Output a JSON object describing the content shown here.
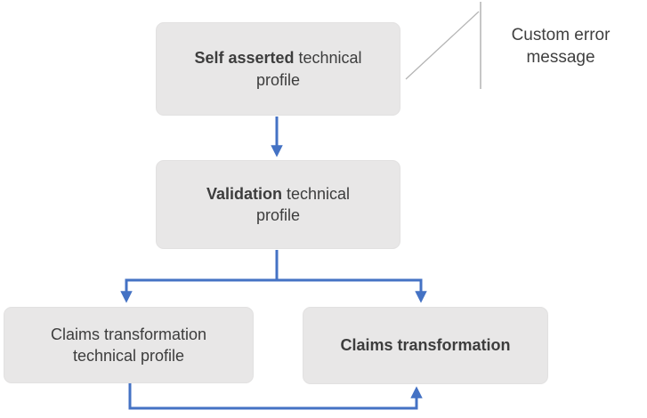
{
  "diagram": {
    "nodes": {
      "self_asserted": {
        "bold": "Self asserted",
        "rest": " technical profile"
      },
      "validation": {
        "bold": "Validation",
        "rest": " technical profile"
      },
      "claims_transformation_tp": {
        "text": "Claims transformation technical profile"
      },
      "claims_transformation": {
        "bold": "Claims transformation"
      }
    },
    "callout": {
      "text": "Custom error message"
    },
    "colors": {
      "arrow": "#4472c4",
      "box_fill": "#e8e7e7",
      "box_text": "#3d3d3d",
      "callout_line": "#b3b3b3",
      "background": "#ffffff"
    }
  }
}
